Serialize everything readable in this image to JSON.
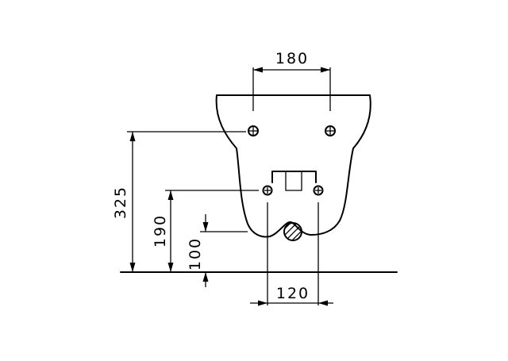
{
  "dimensions": {
    "top_width": "180",
    "bottom_width": "120",
    "height_total": "325",
    "height_mid": "190",
    "height_low": "100"
  }
}
